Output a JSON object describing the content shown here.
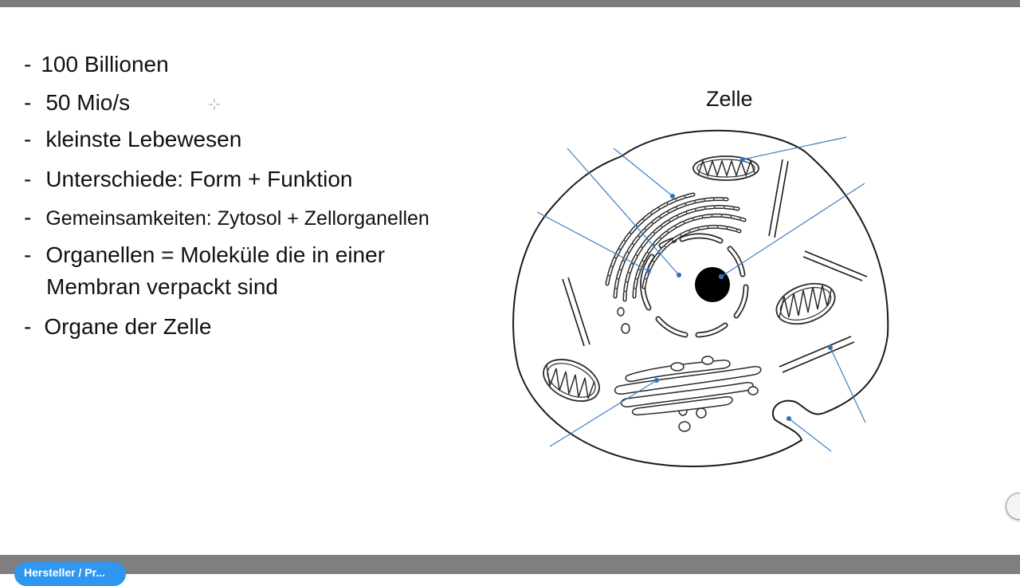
{
  "slide": {
    "bullets": [
      {
        "dash": "-",
        "text": "100 Billionen"
      },
      {
        "dash": "-",
        "text": "50 Mio/s"
      },
      {
        "dash": "-",
        "text": "kleinste Lebewesen"
      },
      {
        "dash": "-",
        "text": "Unterschiede: Form + Funktion"
      },
      {
        "dash": "-",
        "text": "Gemeinsamkeiten: Zytosol + Zellorganellen"
      },
      {
        "dash": "-",
        "text": "Organellen = Moleküle die in einer",
        "continuation": "Membran verpackt sind"
      },
      {
        "dash": "-",
        "text": "Organe der Zelle"
      }
    ]
  },
  "diagram": {
    "title": "Zelle",
    "label_line_color": "#3c7fc2",
    "outline_color": "#1a1a1a",
    "nucleolus_color": "#000000"
  },
  "bottom_bar": {
    "pill_text": "Hersteller / Pr...",
    "pill_color": "#2f97f0",
    "bar_color": "#7f7f7f"
  },
  "top_bar": {
    "color": "#7d7d7d"
  }
}
